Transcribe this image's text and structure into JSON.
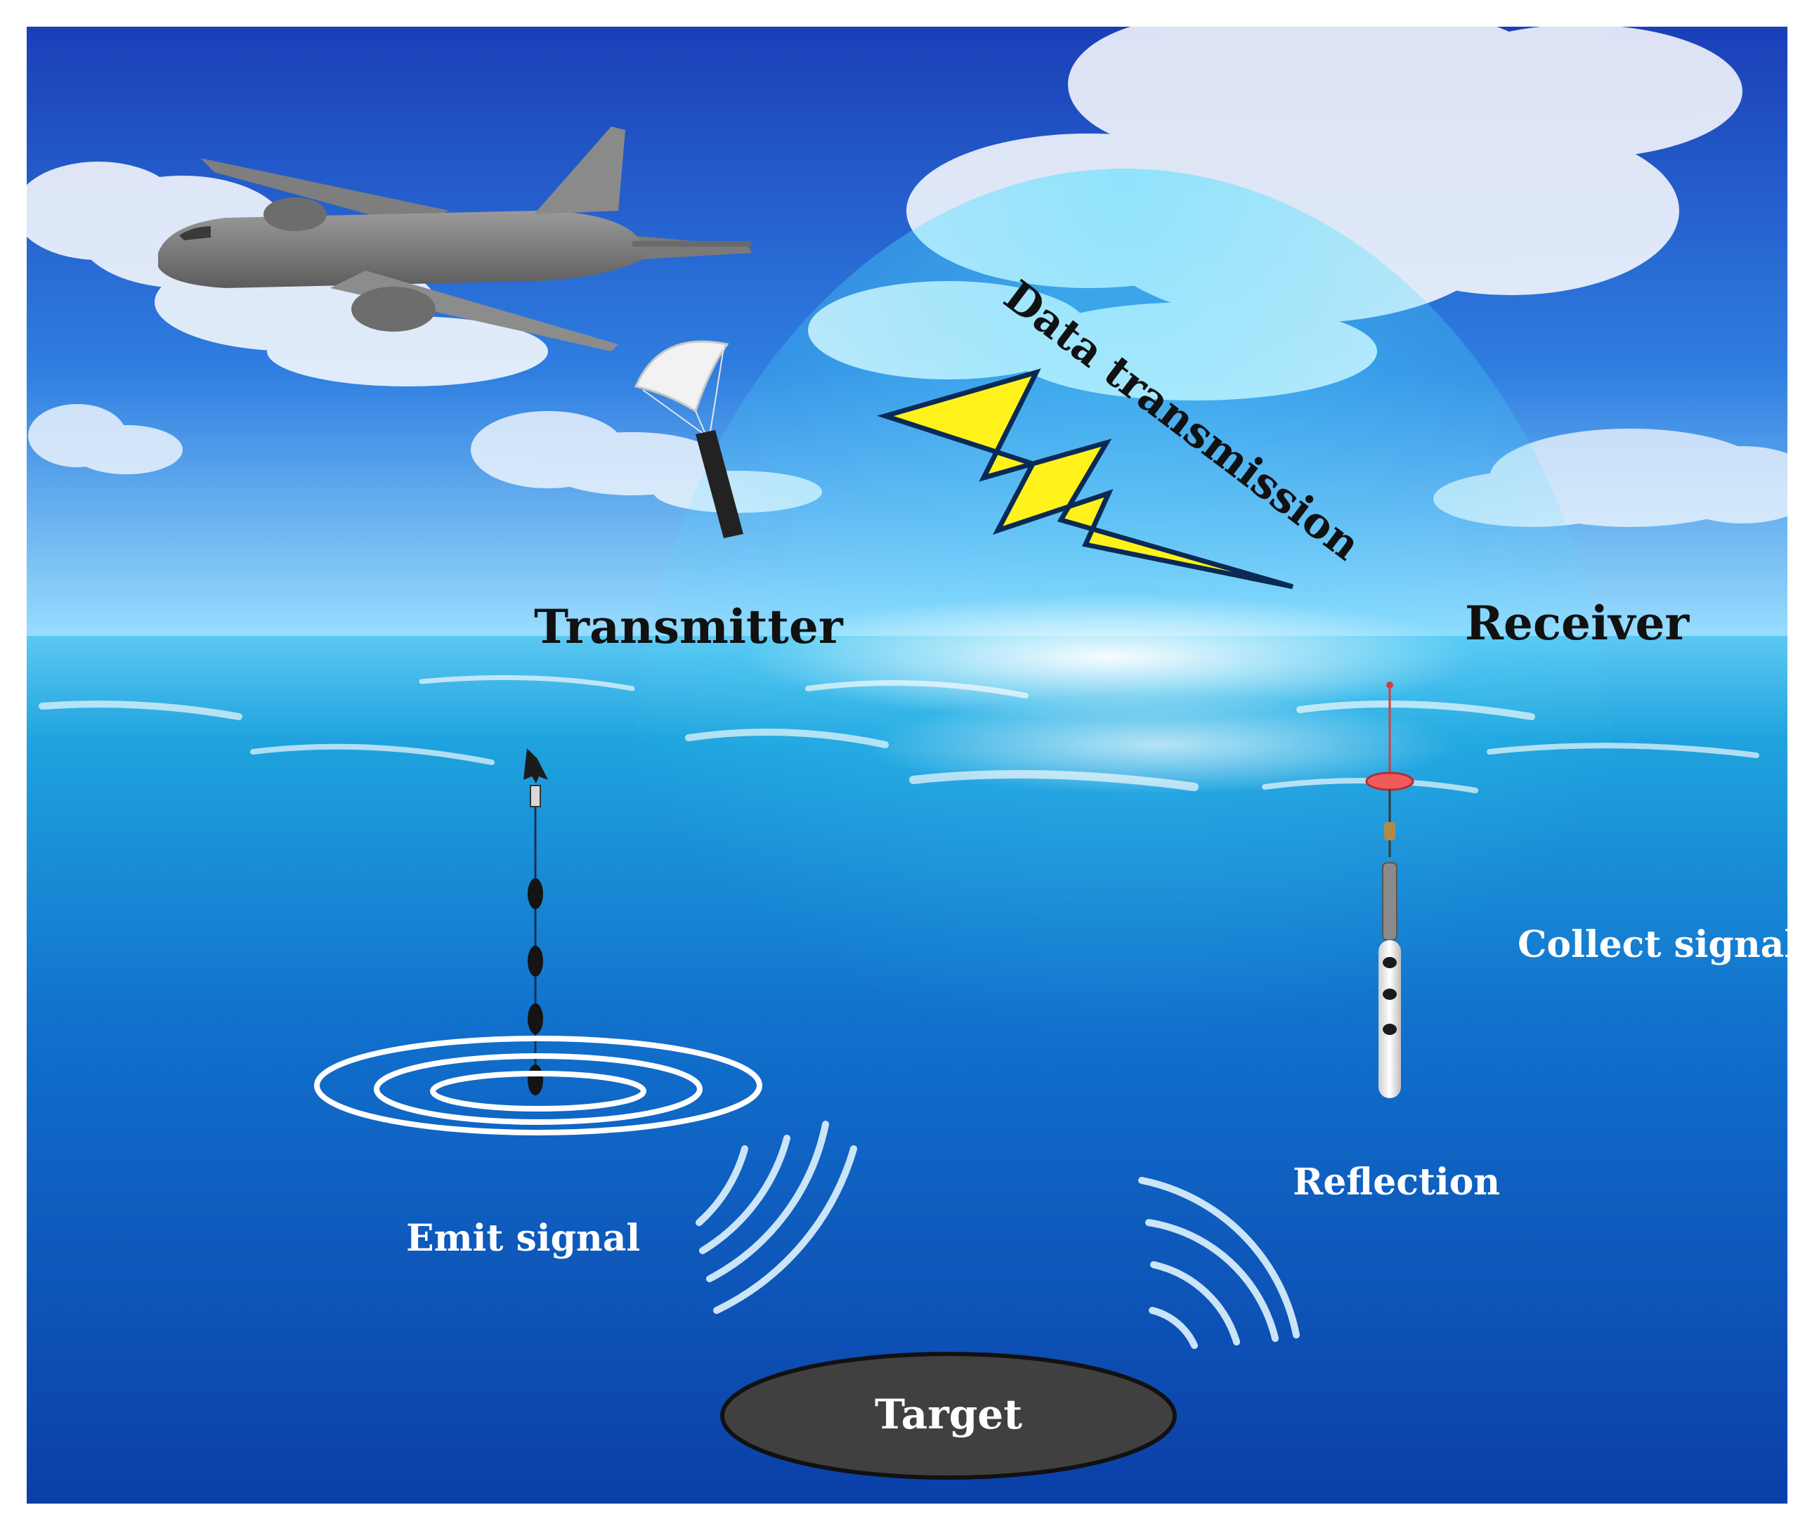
{
  "labels": {
    "data_transmission": "Data transmission",
    "transmitter": "Transmitter",
    "receiver": "Receiver",
    "collect_signal": "Collect signal",
    "reflection": "Reflection",
    "emit_signal": "Emit signal",
    "target": "Target"
  },
  "colors": {
    "sky_top": "#1a3fb8",
    "sky_mid": "#2f7ee0",
    "horizon": "#9fe2ff",
    "sea_surface": "#1fa3de",
    "sea_deep": "#0b3fa8",
    "lightning": "#fff21a",
    "target_fill": "#404040",
    "signal_stroke": "#dff4ff",
    "label_dark": "#111111",
    "label_light": "#ffffff"
  },
  "icons": {
    "aircraft": "patrol-aircraft-icon",
    "parachute": "parachute-sonobuoy-icon",
    "lightning": "lightning-bolt-icon",
    "transmitter": "transmitter-buoy-icon",
    "receiver": "receiver-buoy-icon",
    "target": "target-ellipse-icon"
  }
}
